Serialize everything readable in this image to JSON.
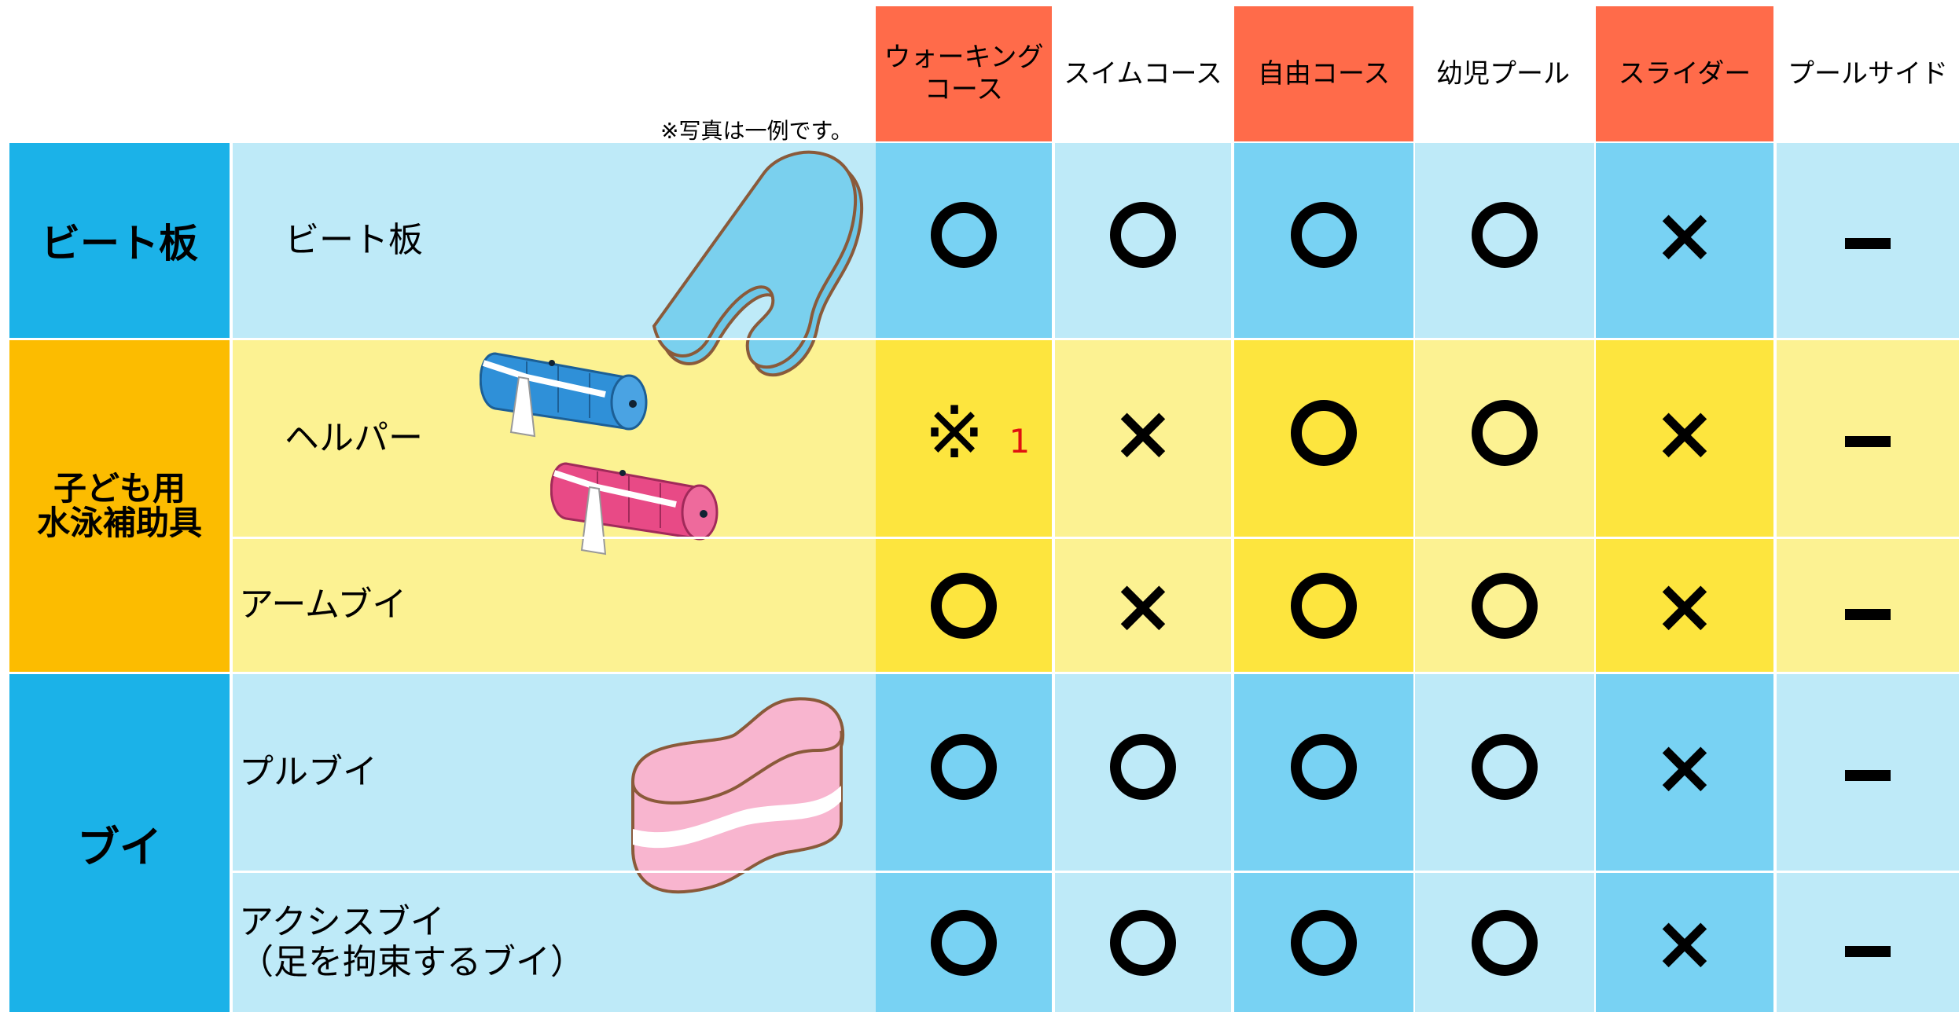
{
  "header": {
    "note": "※写真は一例です。",
    "columns": [
      {
        "label": "ウォーキング\nコース",
        "highlight": true
      },
      {
        "label": "スイムコース",
        "highlight": false
      },
      {
        "label": "自由コース",
        "highlight": true
      },
      {
        "label": "幼児プール",
        "highlight": false
      },
      {
        "label": "スライダー",
        "highlight": true
      },
      {
        "label": "プールサイド",
        "highlight": false
      }
    ]
  },
  "categories": [
    {
      "label": "ビート板"
    },
    {
      "label": "子ども用\n水泳補助具"
    },
    {
      "label": "ブイ"
    }
  ],
  "rows": [
    {
      "item": "ビート板",
      "marks": [
        "○",
        "○",
        "○",
        "○",
        "×",
        "－"
      ]
    },
    {
      "item": "ヘルパー",
      "marks": [
        "※1",
        "×",
        "○",
        "○",
        "×",
        "－"
      ]
    },
    {
      "item": "アームブイ",
      "marks": [
        "○",
        "×",
        "○",
        "○",
        "×",
        "－"
      ]
    },
    {
      "item": "プルブイ",
      "marks": [
        "○",
        "○",
        "○",
        "○",
        "×",
        "－"
      ]
    },
    {
      "item": "アクシスブイ\n（足を拘束するブイ）",
      "marks": [
        "○",
        "○",
        "○",
        "○",
        "×",
        "－"
      ]
    }
  ],
  "footnote_marker": {
    "symbol": "※",
    "number": "1"
  },
  "colors": {
    "header_highlight": "#ff6b4a",
    "category_blue": "#1bb2e8",
    "category_orange": "#fcbc00",
    "cell_blue_dark": "#78d2f3",
    "cell_blue_light": "#beeaf8",
    "cell_yellow_bright": "#fde53e",
    "cell_yellow_light": "#fcf292"
  },
  "images": [
    "kickboard-illustration",
    "helper-float-blue",
    "helper-float-pink",
    "pull-buoy-illustration"
  ]
}
